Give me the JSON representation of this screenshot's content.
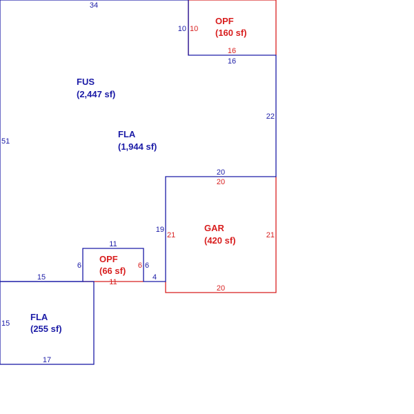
{
  "colors": {
    "living": "#1a1aa6",
    "other": "#d81e1e",
    "background": "#ffffff"
  },
  "areas": {
    "fus": {
      "code": "FUS",
      "size": "(2,447 sf)"
    },
    "fla_main": {
      "code": "FLA",
      "size": "(1,944 sf)"
    },
    "fla_small": {
      "code": "FLA",
      "size": "(255 sf)"
    },
    "opf_top": {
      "code": "OPF",
      "size": "(160 sf)"
    },
    "opf_small": {
      "code": "OPF",
      "size": "(66 sf)"
    },
    "gar": {
      "code": "GAR",
      "size": "(420 sf)"
    }
  },
  "dimensions": {
    "main_top": "34",
    "main_left": "51",
    "main_opf_left": "10",
    "main_opf_bottom": "16",
    "main_right": "22",
    "main_gar_top": "20",
    "main_gar_left": "19",
    "main_step": "4",
    "main_opf_right": "6",
    "main_opf_top": "11",
    "main_opf_small_left": "6",
    "main_bottom": "15",
    "opf_top_left": "10",
    "opf_top_bottom": "16",
    "gar_top": "20",
    "gar_left": "21",
    "gar_right": "21",
    "gar_bottom": "20",
    "opf_small_right": "6",
    "opf_small_bottom": "11",
    "fla_left": "15",
    "fla_bottom": "17"
  }
}
